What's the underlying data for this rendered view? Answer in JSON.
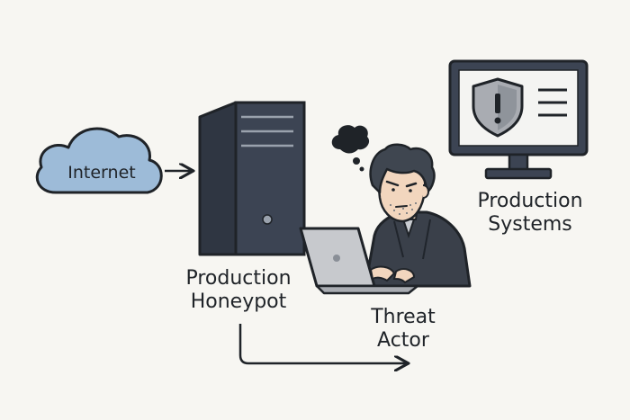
{
  "nodes": {
    "internet": {
      "label": "Internet",
      "icon": "cloud-icon",
      "color": "#9dbbd8"
    },
    "honeypot": {
      "line1": "Production",
      "line2": "Honeypot",
      "icon": "server-tower-icon",
      "color": "#3c4453"
    },
    "threat_actor": {
      "line1": "Threat",
      "line2": "Actor",
      "icon": "hacker-with-laptop-icon"
    },
    "production_systems": {
      "line1": "Production",
      "line2": "Systems",
      "icon": "monitor-shield-alert-icon",
      "color": "#a9acb2"
    }
  },
  "colors": {
    "background": "#f7f6f2",
    "stroke": "#1f2328",
    "cloud_fill": "#9dbbd8",
    "server_fill": "#3c4453",
    "screen_fill": "#f4f4f2",
    "shield_fill": "#a9acb2",
    "skin": "#f2d6be",
    "hair": "#3f4650",
    "jacket": "#3a404a",
    "laptop": "#c7c9cd"
  }
}
